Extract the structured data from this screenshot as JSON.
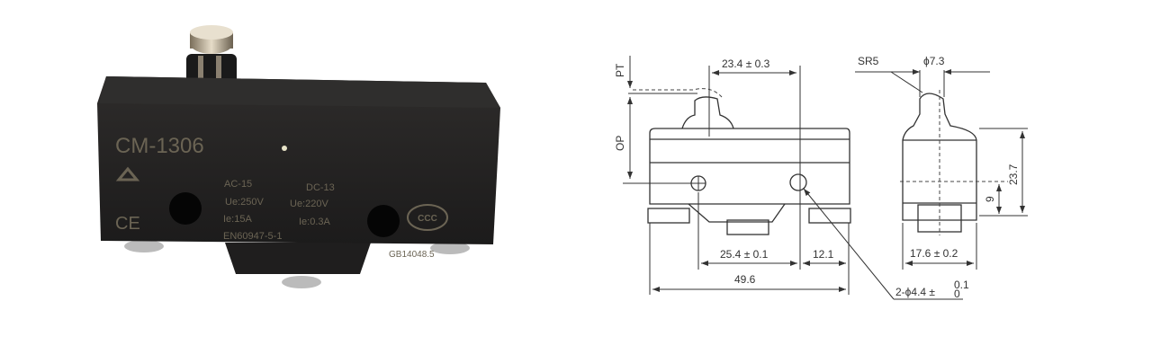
{
  "photo": {
    "model": "CM-1306",
    "ratings": [
      "AC-15",
      "DC-13",
      "Ue:250V",
      "Ue:220V",
      "Ie:15A",
      "Ie:0.3A"
    ],
    "standard_en": "EN60947-5-1",
    "standard_gb": "GB14048.5",
    "marks": [
      "CE",
      "CCC"
    ]
  },
  "drawing": {
    "pt": "PT",
    "op": "OP",
    "actuator_offset": "23.4 ± 0.3",
    "sphere_radius": "SR5",
    "plunger_dia": "ϕ7.3",
    "height": "23.7",
    "hole_height": "9",
    "hole_spacing": "25.4 ± 0.1",
    "edge_offset": "12.1",
    "length": "49.6",
    "width": "17.6 ± 0.2",
    "hole_dia": "2-ϕ4.4 ±",
    "hole_tol_upper": "0.1",
    "hole_tol_lower": "0"
  }
}
